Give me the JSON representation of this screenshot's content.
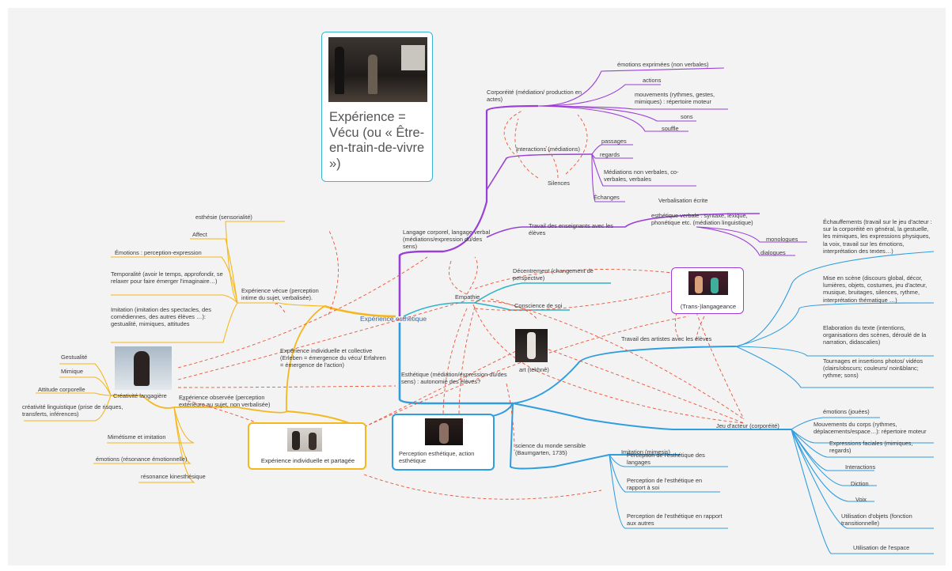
{
  "colors": {
    "purple": "#9a3fd6",
    "yellow": "#f4b71d",
    "blue": "#2f9ddf",
    "teal": "#2fb3c8",
    "red_dashed": "#e8553a",
    "canvas": "#f3f3f3"
  },
  "central": "Expérience esthétique",
  "image_card": {
    "title": "Expérience = Vécu (ou « Être-en-train-de-vivre »)",
    "photo": "two-performers-on-stage-photo"
  },
  "purple": {
    "corporeite": "Corporéité (médiation/ production en actes)",
    "corporeite_children": [
      "émotions exprimées (non verbales)",
      "actions",
      "mouvements (rythmes, gestes, mimiques) : répertoire moteur",
      "sons",
      "souffle"
    ],
    "interactions": "Interactions (médiations)",
    "interactions_children": [
      "passages",
      "regards",
      "Médiations non verbales, co-verbales, verbales",
      "Échanges"
    ],
    "silences": "Silences",
    "langage": "Langage corporel, langage verbal (médiations/expression du/des sens)",
    "travail_ens": "Travail des enseignants avec les élèves",
    "verbalisation": "Verbalisation écrite",
    "esthetique_verbale": "esthétique verbale : syntaxe, lexique, phonétique etc. (médiation linguistique)",
    "monologues": "monologues",
    "dialogues": "dialogues"
  },
  "teal": {
    "empathie": "Empathie",
    "decentrement": "Décentrement (changement de perspective)",
    "conscience": "Conscience de soi"
  },
  "yellow": {
    "vecue": "Expérience vécue (perception intime du sujet, verbalisée).",
    "vecue_children": [
      "esthésie (sensorialité)",
      "Affect",
      "Émotions : perception-expression",
      "Temporalité (avoir le temps, approfondir, se relaxer pour faire émerger l'imaginaire…)",
      "Imitation (imitation des spectacles, des comédiennes, des autres élèves …): gestualité, mimiques, attitudes"
    ],
    "individuelle_collective": "Expérience individuelle et collective (Erleben = émergence du vécu/ Erfahren = émergence de l'action)",
    "observee": "Expérience observée (perception extérieure au sujet, non verbalisée)",
    "creativite": "Créativité langagière",
    "creativite_children": [
      "Gestualité",
      "Mimique",
      "Attitude corporelle",
      "créativité linguistique (prise de risques, transferts, inférences)"
    ],
    "observee_children": [
      "Mimétisme et imitation",
      "émotions (résonance émotionnelle)",
      "résonance kinesthésique"
    ],
    "partagee": "Expérience individuelle et partagée"
  },
  "blue": {
    "esthetique_mediation": "Esthétique (médiation/expression du/des sens) : autonomie des élèves?",
    "art": "art (tekhnê)",
    "travail_artistes": "Travail des artistes avec les élèves",
    "trans": "(Trans-)langageance",
    "artistes_children": [
      "Échauffements (travail sur le jeu d'acteur : sur la corporéité en général, la gestuelle, les mimiques, les expressions physiques, la voix, travail sur les émotions, interprétation des textes…)",
      "Mise en scène (discours global, décor, lumières, objets, costumes, jeu d'acteur, musique, bruitages, silences, rythme, interprétation thématique …)",
      "Elaboration du texte (intentions, organisations des scènes, déroulé de la narration, didascalies)",
      "Tournages et insertions photos/ vidéos (clairs/obscurs; couleurs/ noir&blanc; rythme; sons)"
    ],
    "jeu_acteur": "Jeu d'acteur (corporéité)",
    "jeu_children": [
      "émotions (jouées)",
      "Mouvements du corps (rythmes, déplacements/espace…): répertoire moteur",
      "Expressions faciales (mimiques, regards)",
      "Interactions",
      "Diction",
      "Voix",
      "Utilisation d'objets (fonction transitionnelle)",
      "Utilisation de l'espace"
    ],
    "perception_action": "Perception esthétique, action esthétique",
    "science": "science du monde sensible (Baumgarten, 1735)",
    "science_children": [
      "Imitation (mimesis)",
      "Perception de l'esthétique des langages",
      "Perception de l'esthétique en rapport à soi",
      "Perception de l'esthétique en rapport aux autres"
    ]
  }
}
